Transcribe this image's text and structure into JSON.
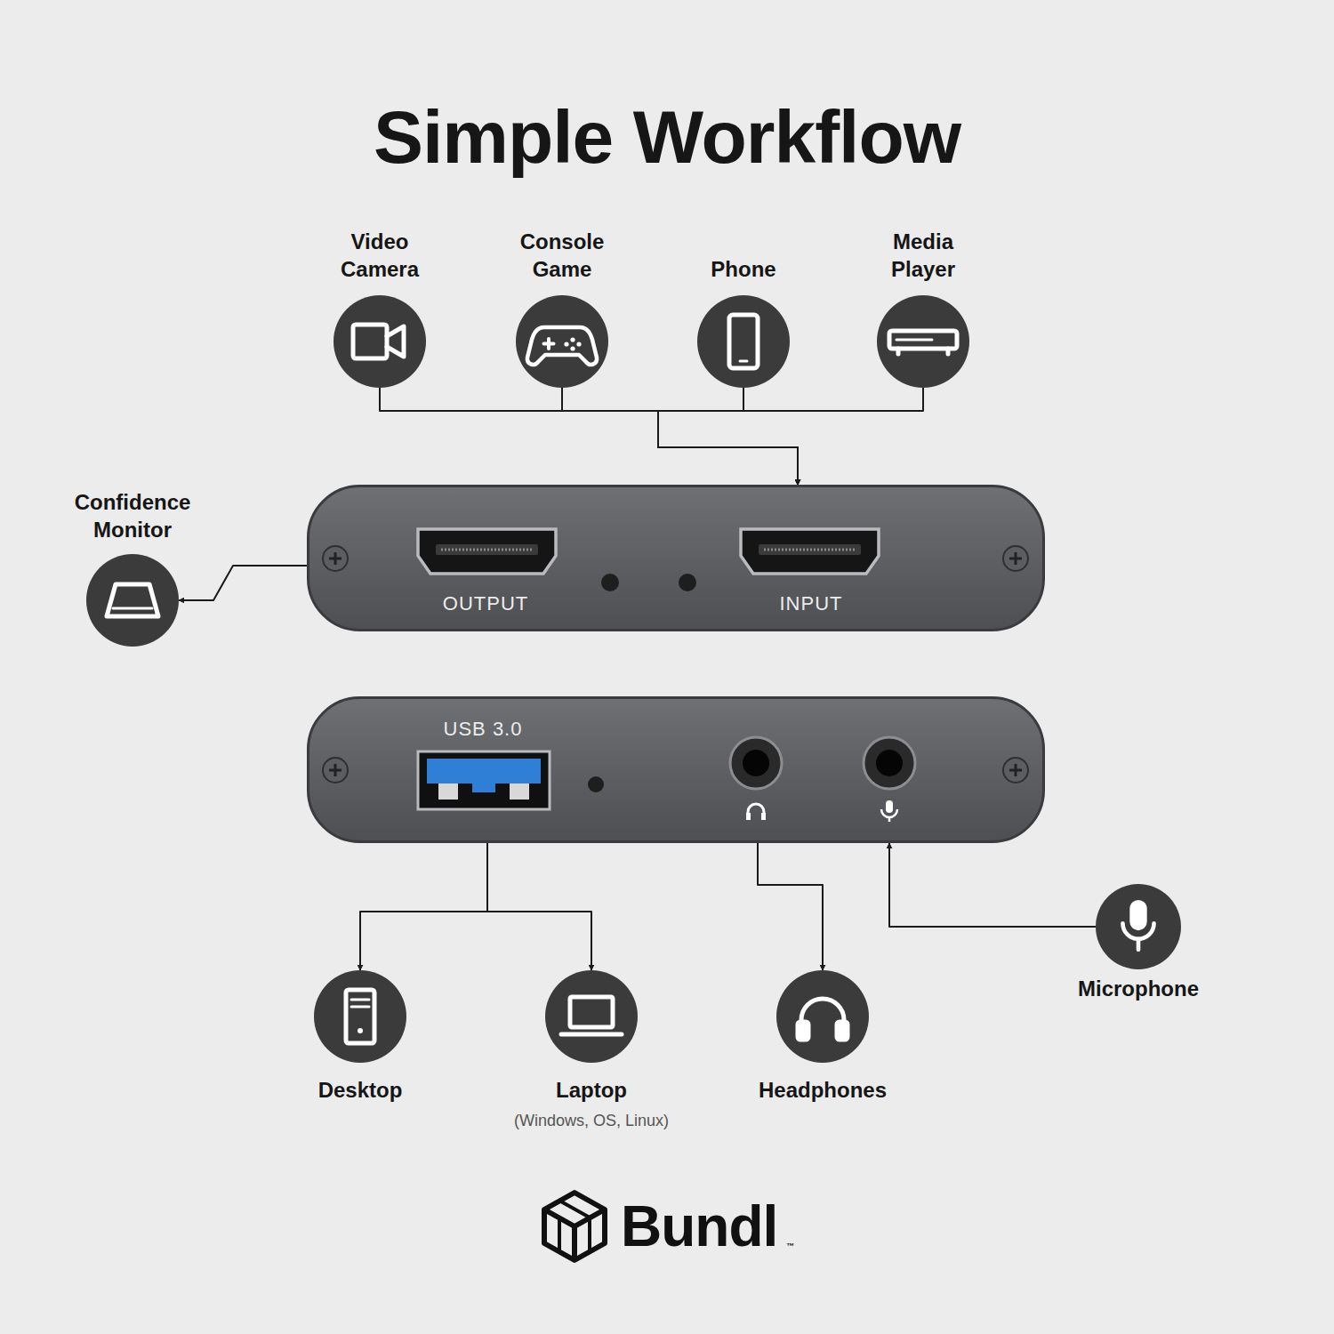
{
  "diagram": {
    "title": "Simple Workflow",
    "nodes": [
      {
        "text": [
          "Video Camera"
        ]
      },
      {
        "text": [
          "Console Game"
        ]
      },
      {
        "text": [
          "Phone"
        ]
      },
      {
        "text": [
          "Media Player"
        ]
      },
      {
        "text": [
          "Confidence Monitor"
        ]
      },
      {
        "text": [
          "OUTPUT",
          "INPUT"
        ]
      },
      {
        "text": [
          "USB 3.0"
        ]
      },
      {
        "text": [
          "Desktop"
        ]
      },
      {
        "text": [
          "Laptop",
          "(Windows, OS, Linux)"
        ]
      },
      {
        "text": [
          "Headphones"
        ]
      },
      {
        "text": [
          "Microphone"
        ]
      }
    ],
    "edges": [
      {
        "from": 0,
        "to": 5,
        "arrow": "to"
      },
      {
        "from": 1,
        "to": 5,
        "arrow": "to"
      },
      {
        "from": 2,
        "to": 5,
        "arrow": "to"
      },
      {
        "from": 3,
        "to": 5,
        "arrow": "to"
      },
      {
        "from": 5,
        "to": 4,
        "arrow": "to"
      },
      {
        "from": 6,
        "to": 7,
        "arrow": "to"
      },
      {
        "from": 6,
        "to": 8,
        "arrow": "to"
      },
      {
        "from": 6,
        "to": 9,
        "arrow": "to"
      },
      {
        "from": 10,
        "to": 6,
        "arrow": "to"
      }
    ],
    "labels": [
      "Bundl",
      "™"
    ]
  }
}
